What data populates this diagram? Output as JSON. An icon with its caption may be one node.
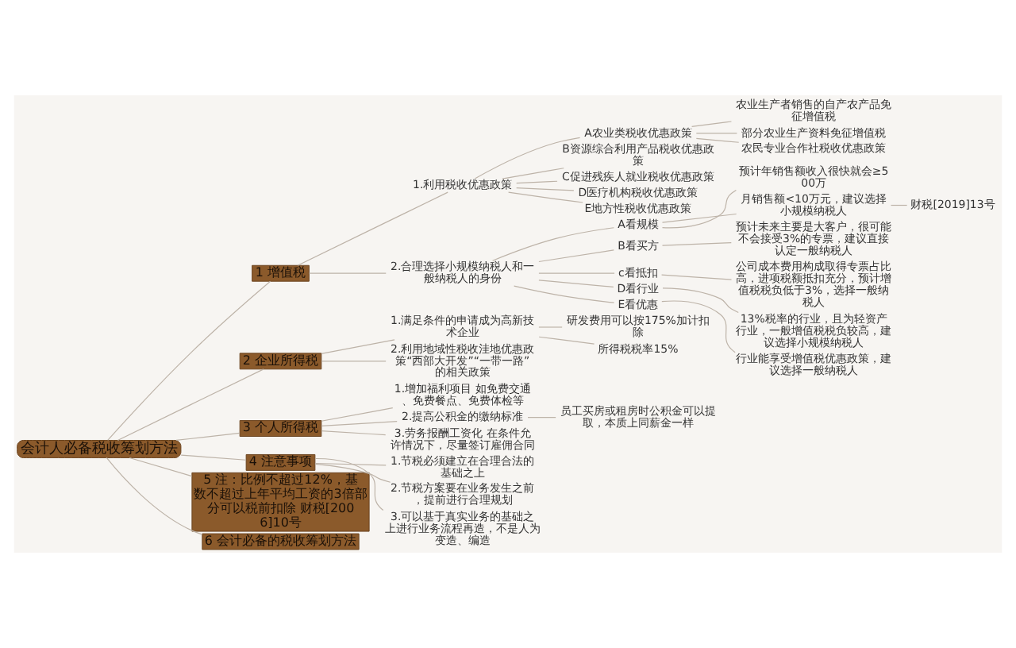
{
  "diagram": {
    "nodes": [
      {
        "text": [
          "会计人必备税收筹划方法"
        ]
      },
      {
        "text": [
          "1 增值税"
        ]
      },
      {
        "text": [
          "1.利用税收优惠政策"
        ]
      },
      {
        "text": [
          "A农业类税收优惠政策"
        ]
      },
      {
        "text": [
          "农业生产者销售的自产农产品免征增值税"
        ]
      },
      {
        "text": [
          "部分农业生产资料免征增值税"
        ]
      },
      {
        "text": [
          "农民专业合作社税收优惠政策"
        ]
      },
      {
        "text": [
          "B资源综合利用产品税收优惠政策"
        ]
      },
      {
        "text": [
          "C促进残疾人就业税收优惠政策"
        ]
      },
      {
        "text": [
          "D医疗机构税收优惠政策"
        ]
      },
      {
        "text": [
          "E地方性税收优惠政策"
        ]
      },
      {
        "text": [
          "2.合理选择小规模纳税人和一般纳税人的身份"
        ]
      },
      {
        "text": [
          "A看规模"
        ]
      },
      {
        "text": [
          "预计年销售额收入很快就会≥500万"
        ]
      },
      {
        "text": [
          "月销售额<10万元，建议选择小规模纳税人"
        ]
      },
      {
        "text": [
          "财税[2019]13号"
        ]
      },
      {
        "text": [
          "B看买方"
        ]
      },
      {
        "text": [
          "预计未来主要是大客户，很可能不会接受3%的专票，建议直接认定一般纳税人"
        ]
      },
      {
        "text": [
          "c看抵扣"
        ]
      },
      {
        "text": [
          "公司成本费用构成取得专票占比高，进项税额抵扣充分，预计增值税税负低于3%，选择一般纳税人"
        ]
      },
      {
        "text": [
          "D看行业"
        ]
      },
      {
        "text": [
          "13%税率的行业，且为轻资产行业，一般增值税税负较高，建议选择小规模纳税人"
        ]
      },
      {
        "text": [
          "E看优惠"
        ]
      },
      {
        "text": [
          "行业能享受增值税优惠政策，建议选择一般纳税人"
        ]
      },
      {
        "text": [
          "2 企业所得税"
        ]
      },
      {
        "text": [
          "1.满足条件的申请成为高新技术企业"
        ]
      },
      {
        "text": [
          "研发费用可以按175%加计扣除"
        ]
      },
      {
        "text": [
          "所得税税率15%"
        ]
      },
      {
        "text": [
          "2.利用地域性税收洼地优惠政策“西部大开发”“一带一路”的相关政策"
        ]
      },
      {
        "text": [
          "3 个人所得税"
        ]
      },
      {
        "text": [
          "1.增加福利项目 如免费交通、免费餐点、免费体检等"
        ]
      },
      {
        "text": [
          "2.提高公积金的缴纳标准"
        ]
      },
      {
        "text": [
          "员工买房或租房时公积金可以提取，本质上同薪金一样"
        ]
      },
      {
        "text": [
          "3.劳务报酬工资化 在条件允许情况下，尽量签订雇佣合同"
        ]
      },
      {
        "text": [
          "4 注意事项"
        ]
      },
      {
        "text": [
          "1.节税必须建立在合理合法的基础之上"
        ]
      },
      {
        "text": [
          "2.节税方案要在业务发生之前，提前进行合理规划"
        ]
      },
      {
        "text": [
          "3.可以基于真实业务的基础之上进行业务流程再造，不是人为变造、编造"
        ]
      },
      {
        "text": [
          "5 注：比例不超过12%，基数不超过上年平均工资的3倍部分可以税前扣除 财税[2006]10号"
        ]
      },
      {
        "text": [
          "6 会计必备的税收筹划方法"
        ]
      }
    ],
    "edges": [
      {
        "from": 0,
        "to": 1,
        "arrow": "none"
      },
      {
        "from": 1,
        "to": 2,
        "arrow": "none"
      },
      {
        "from": 2,
        "to": 3,
        "arrow": "none"
      },
      {
        "from": 3,
        "to": 4,
        "arrow": "none"
      },
      {
        "from": 3,
        "to": 5,
        "arrow": "none"
      },
      {
        "from": 3,
        "to": 6,
        "arrow": "none"
      },
      {
        "from": 2,
        "to": 7,
        "arrow": "none"
      },
      {
        "from": 2,
        "to": 8,
        "arrow": "none"
      },
      {
        "from": 2,
        "to": 9,
        "arrow": "none"
      },
      {
        "from": 2,
        "to": 10,
        "arrow": "none"
      },
      {
        "from": 1,
        "to": 11,
        "arrow": "none"
      },
      {
        "from": 11,
        "to": 12,
        "arrow": "none"
      },
      {
        "from": 12,
        "to": 13,
        "arrow": "none"
      },
      {
        "from": 12,
        "to": 14,
        "arrow": "none"
      },
      {
        "from": 14,
        "to": 15,
        "arrow": "none"
      },
      {
        "from": 11,
        "to": 16,
        "arrow": "none"
      },
      {
        "from": 16,
        "to": 17,
        "arrow": "none"
      },
      {
        "from": 11,
        "to": 18,
        "arrow": "none"
      },
      {
        "from": 18,
        "to": 19,
        "arrow": "none"
      },
      {
        "from": 11,
        "to": 20,
        "arrow": "none"
      },
      {
        "from": 20,
        "to": 21,
        "arrow": "none"
      },
      {
        "from": 11,
        "to": 22,
        "arrow": "none"
      },
      {
        "from": 22,
        "to": 23,
        "arrow": "none"
      },
      {
        "from": 0,
        "to": 24,
        "arrow": "none"
      },
      {
        "from": 24,
        "to": 25,
        "arrow": "none"
      },
      {
        "from": 25,
        "to": 26,
        "arrow": "none"
      },
      {
        "from": 25,
        "to": 27,
        "arrow": "none"
      },
      {
        "from": 24,
        "to": 28,
        "arrow": "none"
      },
      {
        "from": 0,
        "to": 29,
        "arrow": "none"
      },
      {
        "from": 29,
        "to": 30,
        "arrow": "none"
      },
      {
        "from": 29,
        "to": 31,
        "arrow": "none"
      },
      {
        "from": 31,
        "to": 32,
        "arrow": "none"
      },
      {
        "from": 29,
        "to": 33,
        "arrow": "none"
      },
      {
        "from": 0,
        "to": 34,
        "arrow": "none"
      },
      {
        "from": 34,
        "to": 35,
        "arrow": "none"
      },
      {
        "from": 34,
        "to": 36,
        "arrow": "none"
      },
      {
        "from": 34,
        "to": 37,
        "arrow": "none"
      },
      {
        "from": 0,
        "to": 38,
        "arrow": "none"
      },
      {
        "from": 0,
        "to": 39,
        "arrow": "none"
      }
    ]
  }
}
